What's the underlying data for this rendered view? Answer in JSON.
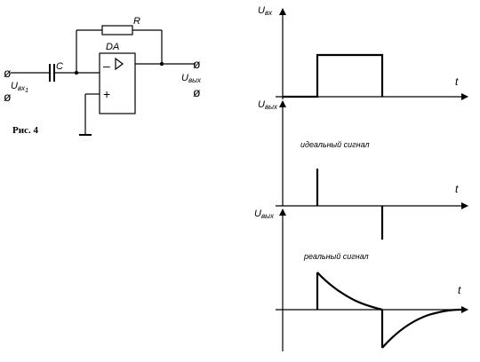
{
  "figure_caption": "Рис. 4",
  "circuit": {
    "opamp_label": "DA",
    "minus_sign": "–",
    "plus_sign": "+",
    "resistor_label": "R",
    "capacitor_label": "C",
    "input_main": "U",
    "input_sub": "вх",
    "input_index": "1",
    "output_main": "U",
    "output_sub": "вых",
    "terminal_glyph": "ø"
  },
  "plots": {
    "input": {
      "axis_main": "U",
      "axis_sub": "вх",
      "time_label": "t"
    },
    "ideal": {
      "axis_main": "U",
      "axis_sub": "вых",
      "time_label": "t",
      "caption": "идеальный сигнал"
    },
    "real": {
      "axis_main": "U",
      "axis_sub": "вых",
      "time_label": "t",
      "caption": "реальный сигнал"
    }
  }
}
